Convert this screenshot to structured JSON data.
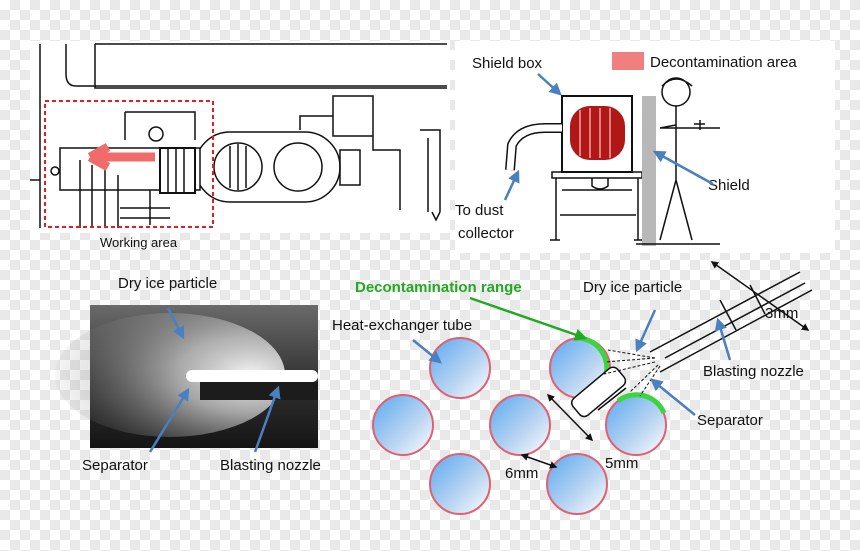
{
  "panels": {
    "plant_layout": {
      "working_area_label": "Working area"
    },
    "shield_box": {
      "shield_box_label": "Shield box",
      "legend_label": "Decontamination area",
      "shield_label": "Shield",
      "to_dust_label_line1": "To dust",
      "to_dust_label_line2": "collector"
    },
    "photo": {
      "dry_ice_label": "Dry ice particle",
      "separator_label": "Separator",
      "nozzle_label": "Blasting nozzle"
    },
    "tube_schematic": {
      "decon_range_label": "Decontamination range",
      "dry_ice_label": "Dry ice particle",
      "heat_exchanger_label": "Heat-exchanger tube",
      "dim_3mm": "3mm",
      "nozzle_label": "Blasting nozzle",
      "separator_label": "Separator",
      "dim_5mm": "5mm",
      "dim_6mm": "6mm"
    }
  },
  "colors": {
    "decontamination_red": "#f08080",
    "arrow_blue": "#4a7fc0",
    "range_green": "#22a822",
    "tube_outline": "#e06070"
  }
}
